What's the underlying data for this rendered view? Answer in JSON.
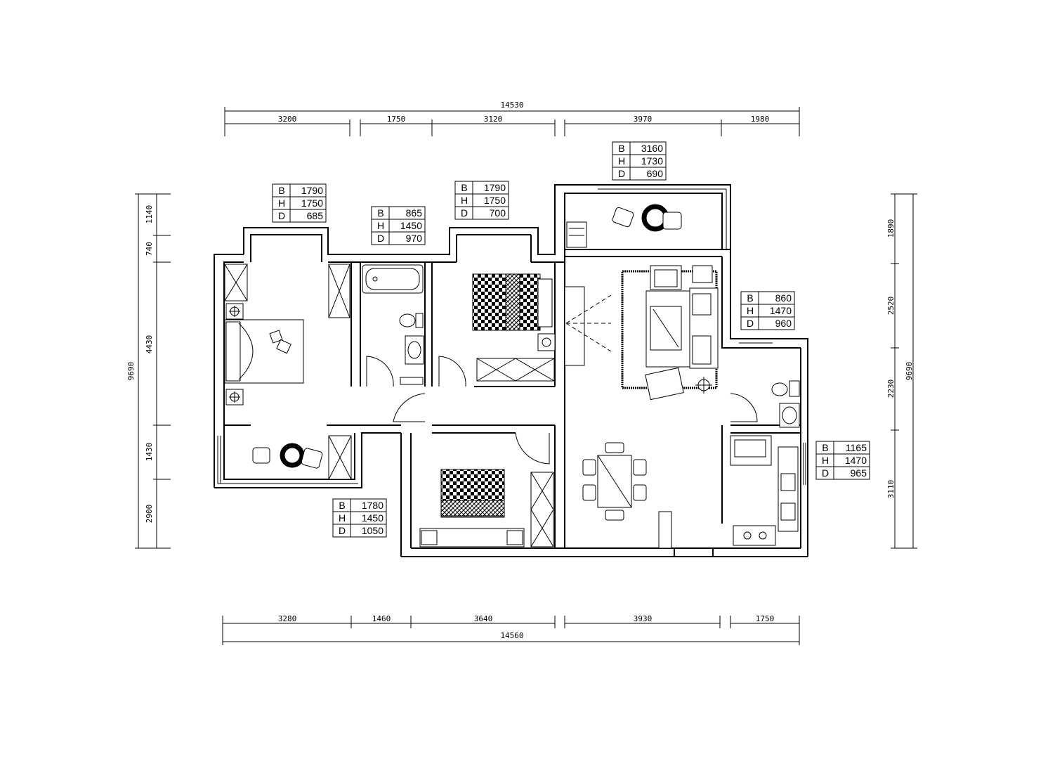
{
  "dimensions": {
    "top_total": "14530",
    "top_segments": [
      "3200",
      "1750",
      "3120",
      "3970",
      "1980"
    ],
    "bottom_segments": [
      "3280",
      "1460",
      "3640",
      "3930",
      "1750"
    ],
    "bottom_total": "14560",
    "left_segments": [
      "1140",
      "740",
      "4430",
      "1430",
      "2900"
    ],
    "left_total": "9690",
    "right_segments": [
      "1890",
      "2520",
      "2230",
      "3110"
    ],
    "right_total": "9690"
  },
  "window_tables": [
    {
      "id": "bedroom-master",
      "rows": [
        {
          "key": "B",
          "value": "1790"
        },
        {
          "key": "H",
          "value": "1750"
        },
        {
          "key": "D",
          "value": "685"
        }
      ]
    },
    {
      "id": "bathroom",
      "rows": [
        {
          "key": "B",
          "value": "865"
        },
        {
          "key": "H",
          "value": "1450"
        },
        {
          "key": "D",
          "value": "970"
        }
      ]
    },
    {
      "id": "bedroom-second",
      "rows": [
        {
          "key": "B",
          "value": "1790"
        },
        {
          "key": "H",
          "value": "1750"
        },
        {
          "key": "D",
          "value": "700"
        }
      ]
    },
    {
      "id": "balcony-top",
      "rows": [
        {
          "key": "B",
          "value": "3160"
        },
        {
          "key": "H",
          "value": "1730"
        },
        {
          "key": "D",
          "value": "690"
        }
      ]
    },
    {
      "id": "bathroom-right",
      "rows": [
        {
          "key": "B",
          "value": "860"
        },
        {
          "key": "H",
          "value": "1470"
        },
        {
          "key": "D",
          "value": "960"
        }
      ]
    },
    {
      "id": "kitchen",
      "rows": [
        {
          "key": "B",
          "value": "1165"
        },
        {
          "key": "H",
          "value": "1470"
        },
        {
          "key": "D",
          "value": "965"
        }
      ]
    },
    {
      "id": "bedroom-small",
      "rows": [
        {
          "key": "B",
          "value": "1780"
        },
        {
          "key": "H",
          "value": "1450"
        },
        {
          "key": "D",
          "value": "1050"
        }
      ]
    }
  ]
}
